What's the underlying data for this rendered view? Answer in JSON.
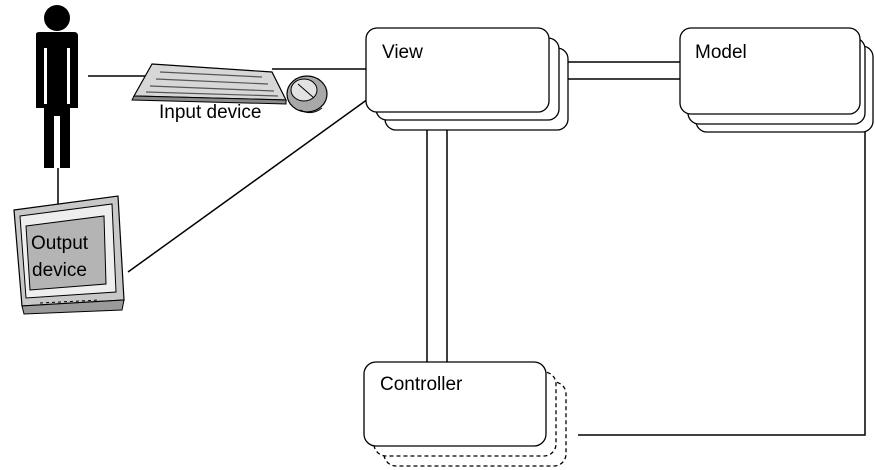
{
  "diagram": {
    "view_label": "View",
    "model_label": "Model",
    "controller_label": "Controller",
    "input_device_label": "Input device",
    "output_device_label_line1": "Output",
    "output_device_label_line2": "device"
  },
  "icons": {
    "user": "person-icon",
    "keyboard": "keyboard-icon",
    "mouse": "mouse-icon",
    "monitor": "monitor-icon"
  }
}
